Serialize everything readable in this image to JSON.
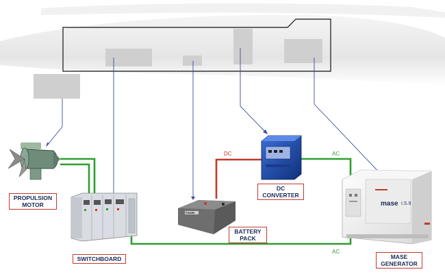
{
  "labels": {
    "propulsion_motor": [
      "PROPULSION",
      "MOTOR"
    ],
    "switchboard": "SWITCHBOARD",
    "battery_pack": [
      "BATTERY",
      "PACK"
    ],
    "dc_converter": [
      "DC",
      "CONVERTER"
    ],
    "mase_generator": [
      "MASE",
      "GENERATOR"
    ]
  },
  "wire_labels": {
    "dc": "DC",
    "ac_top": "AC",
    "ac_bottom": "AC"
  },
  "product_text": {
    "generator_brand": "mase",
    "generator_model": "I.S.9",
    "battery_brand": "FIAMM"
  },
  "colors": {
    "ac_wire": "#2e9e2e",
    "dc_wire": "#c0392b",
    "leader_line": "#3a4a9a",
    "label_border": "#c0392b",
    "label_text": "#1a2a55",
    "location_box": "#cfcfcf"
  }
}
